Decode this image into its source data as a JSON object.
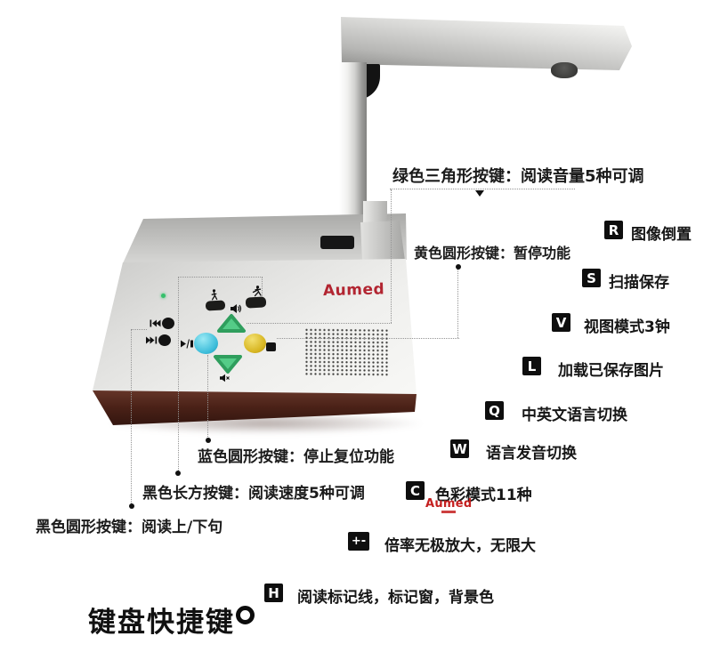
{
  "brand": {
    "device_logo": "Aumed",
    "watermark": "Aumed"
  },
  "callouts": {
    "green_triangle": "绿色三角形按键：阅读音量5种可调",
    "yellow_round": "黄色圆形按键：暂停功能",
    "blue_round": "蓝色圆形按键：停止复位功能",
    "black_rect": "黑色长方按键：阅读速度5种可调",
    "black_round": "黑色圆形按键：阅读上/下句"
  },
  "shortcuts": {
    "heading": "键盘快捷键",
    "items": [
      {
        "key": "R",
        "label": "图像倒置"
      },
      {
        "key": "S",
        "label": "扫描保存"
      },
      {
        "key": "V",
        "label": "视图模式3钟"
      },
      {
        "key": "L",
        "label": "加载已保存图片"
      },
      {
        "key": "Q",
        "label": "中英文语言切换"
      },
      {
        "key": "W",
        "label": "语言发音切换"
      },
      {
        "key": "C",
        "label": "色彩模式11种"
      },
      {
        "key": "+-",
        "label": "倍率无极放大，无限大"
      },
      {
        "key": "H",
        "label": "阅读标记线，标记窗，背景色"
      }
    ]
  },
  "icons": {
    "power_led": "green-dot",
    "reading_slow": "walking-person",
    "reading_fast": "running-person",
    "volume_up": "speaker-waves",
    "mute": "speaker-x",
    "play_pause": "play-slash-pause",
    "prev_sentence": "bar-double-left-triangle",
    "next_sentence": "double-right-triangle-bar",
    "heading_marker": "bold-ring"
  },
  "colors": {
    "accent_red": "#b22531",
    "button_green": "#4cc880",
    "button_blue": "#3dbdda",
    "button_yellow": "#d7b520",
    "key_box": "#0e0e0e",
    "base_front": "#4a2117"
  }
}
